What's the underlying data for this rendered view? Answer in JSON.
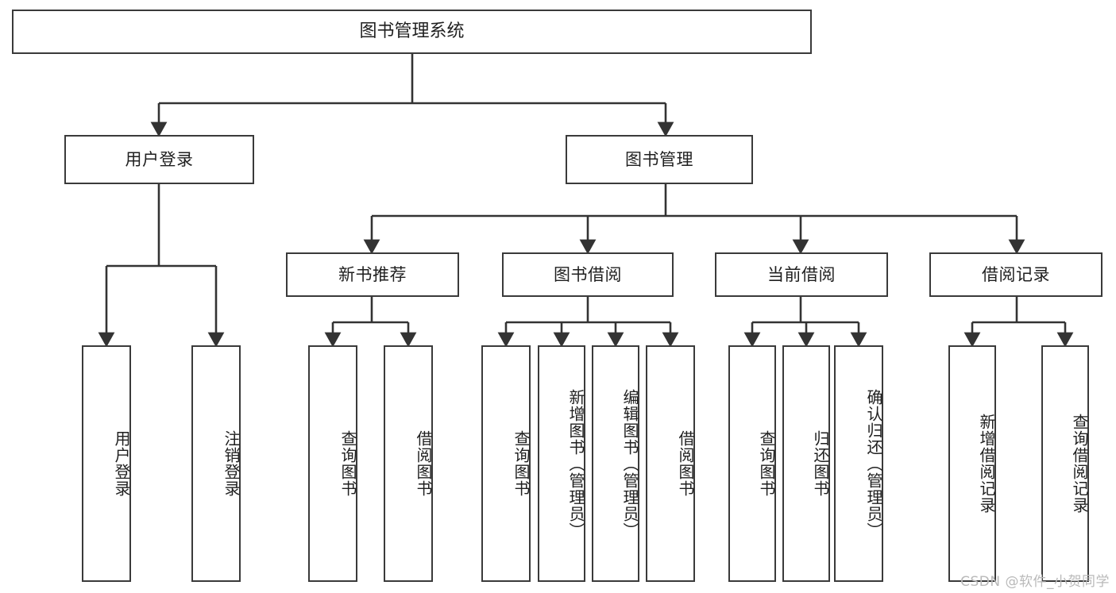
{
  "diagram": {
    "title": "图书管理系统",
    "type": "tree-structure-chart",
    "root": {
      "label": "图书管理系统"
    },
    "level2": [
      {
        "label": "用户登录"
      },
      {
        "label": "图书管理"
      }
    ],
    "level3": [
      {
        "label": "新书推荐"
      },
      {
        "label": "图书借阅"
      },
      {
        "label": "当前借阅"
      },
      {
        "label": "借阅记录"
      }
    ],
    "leaves": {
      "user_login": [
        {
          "label": "用户登录"
        },
        {
          "label": "注销登录"
        }
      ],
      "new_book_recommend": [
        {
          "label": "查询图书"
        },
        {
          "label": "借阅图书"
        }
      ],
      "book_borrow": [
        {
          "label": "查询图书"
        },
        {
          "label": "新增图书（管理员）"
        },
        {
          "label": "编辑图书（管理员）"
        },
        {
          "label": "借阅图书"
        }
      ],
      "current_borrow": [
        {
          "label": "查询图书"
        },
        {
          "label": "归还图书"
        },
        {
          "label": "确认归还（管理员）"
        }
      ],
      "borrow_record": [
        {
          "label": "新增借阅记录"
        },
        {
          "label": "查询借阅记录"
        }
      ]
    }
  },
  "watermark": {
    "text": "CSDN @软件_小贺同学"
  },
  "colors": {
    "border": "#3a3a3a",
    "edge": "#333333",
    "text": "#1f1f1f",
    "background": "#ffffff",
    "watermark": "#b9b9b9"
  }
}
